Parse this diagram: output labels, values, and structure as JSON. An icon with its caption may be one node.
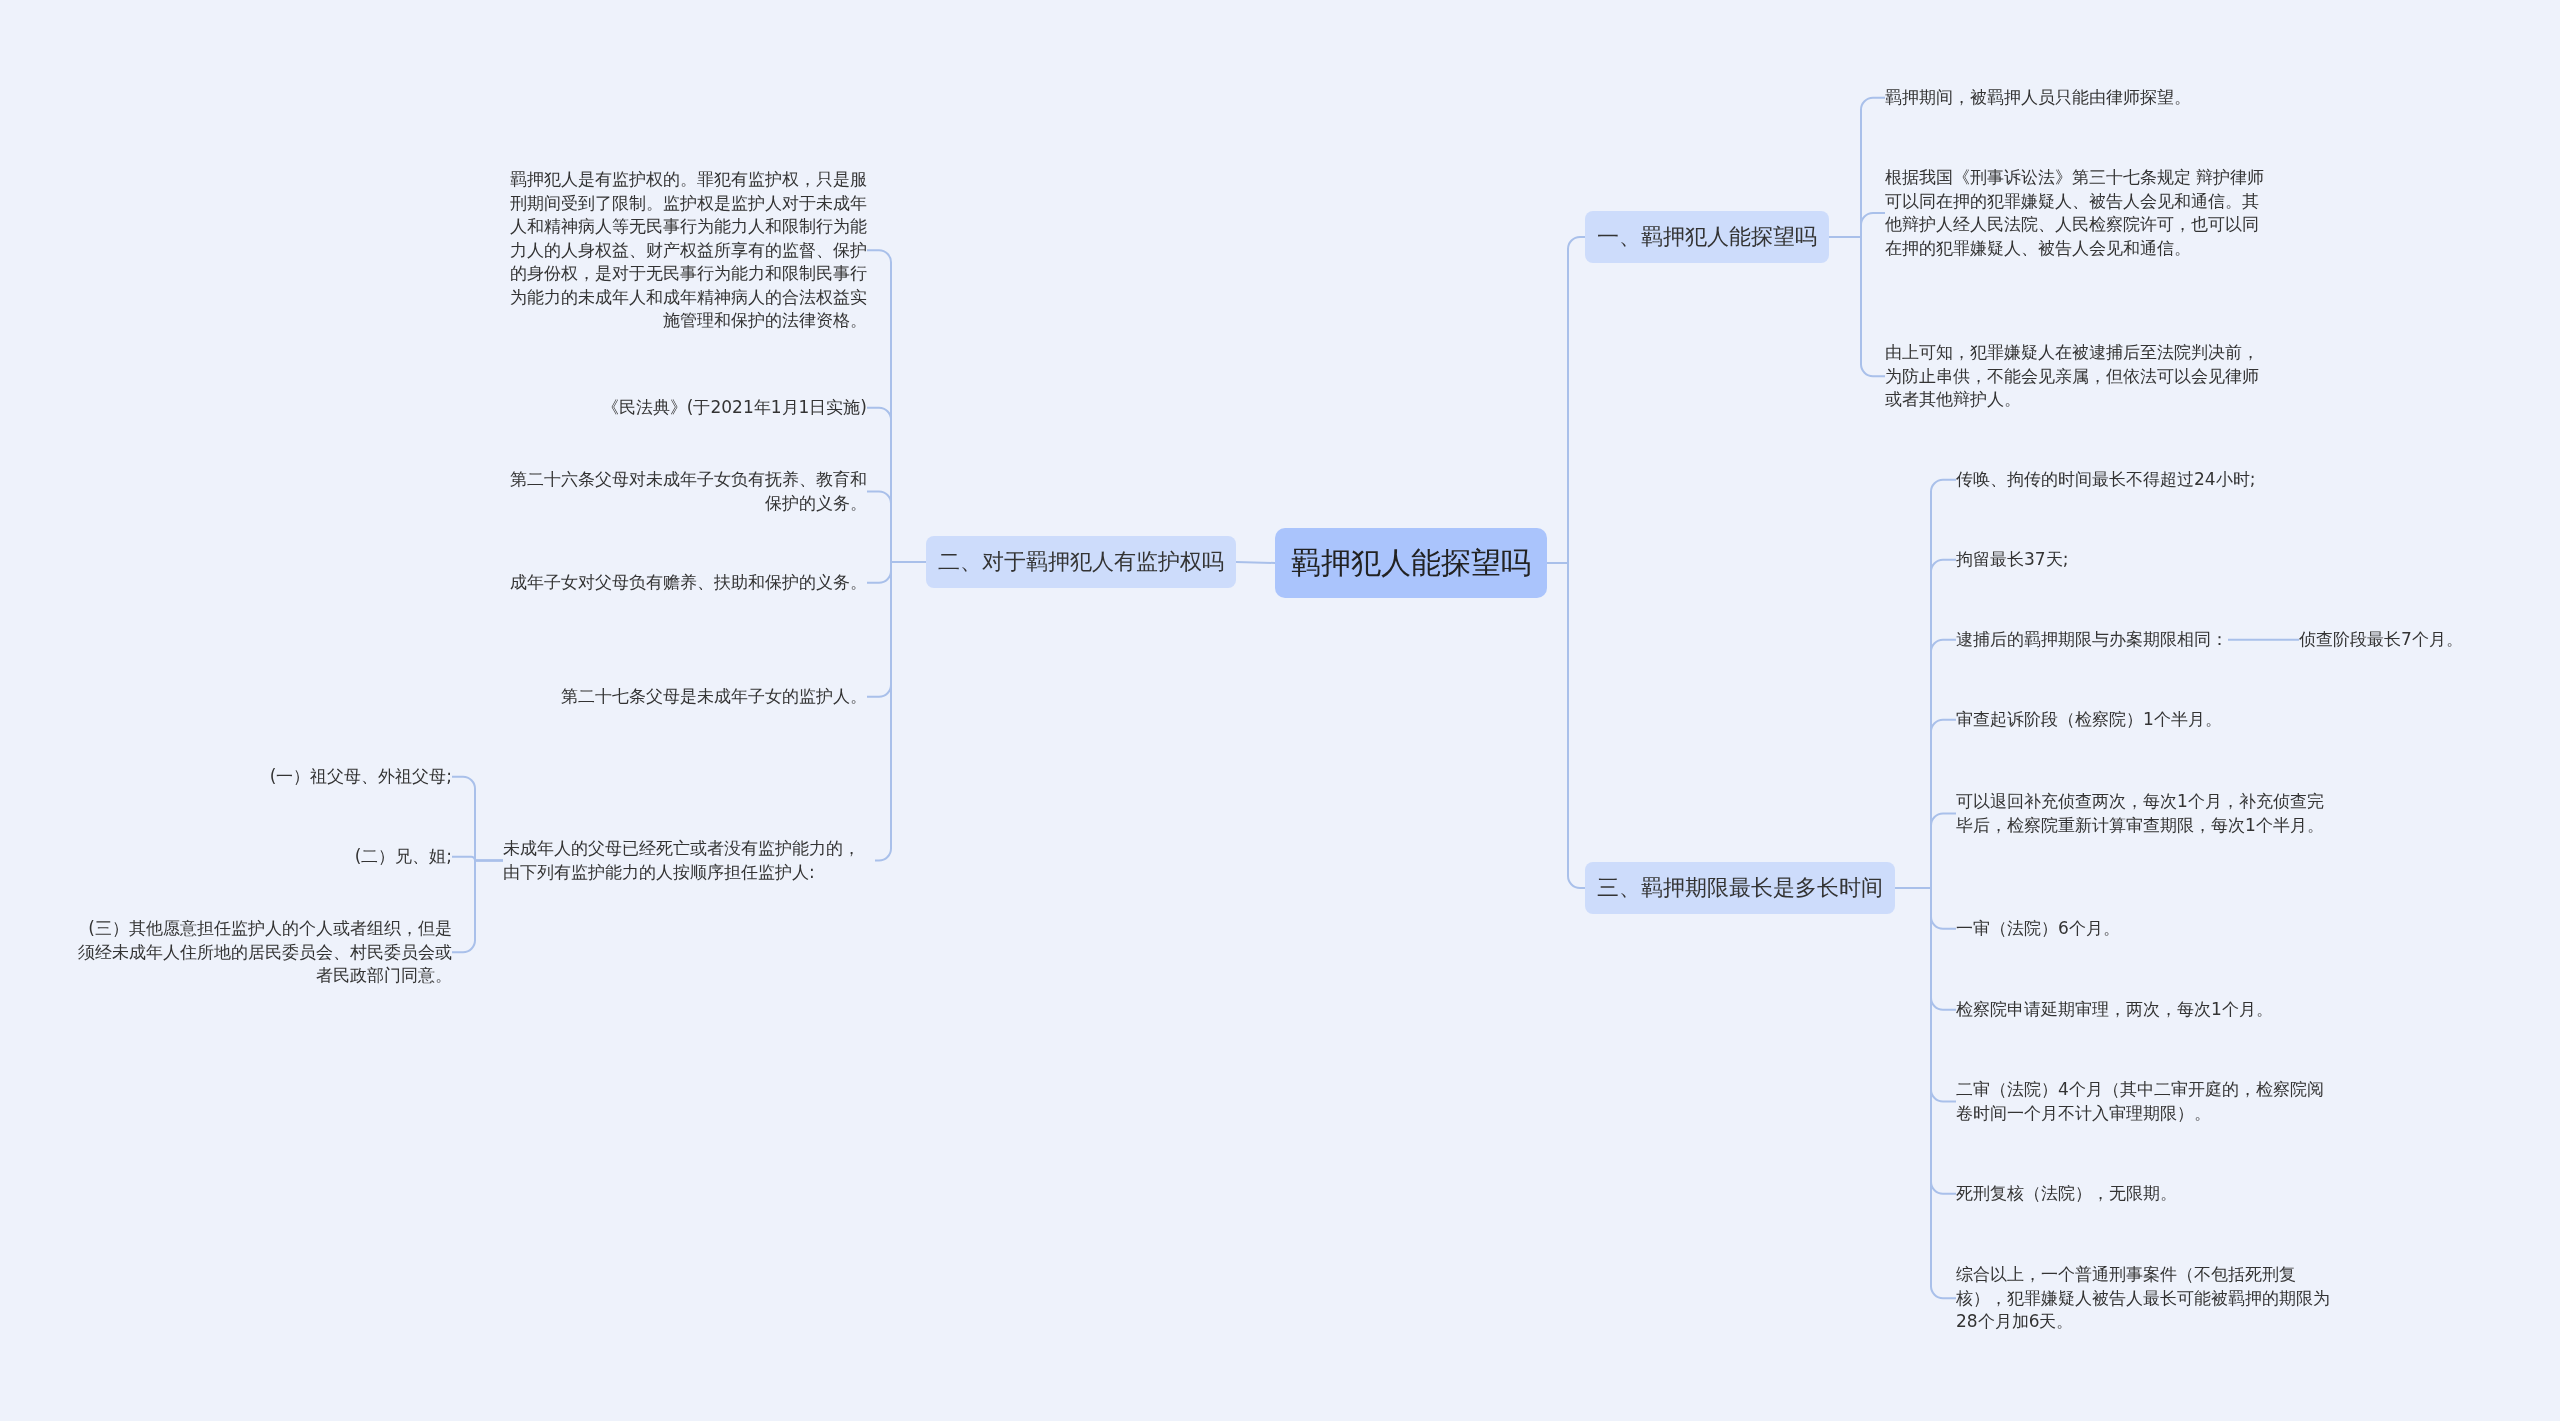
{
  "diagram": {
    "nodes": [
      {
        "text": [
          "羁押犯人能探望吗"
        ]
      },
      {
        "text": [
          "一、羁押犯人能探望吗"
        ]
      },
      {
        "text": [
          "羁押期间，被羁押人员只能由律师探望。"
        ]
      },
      {
        "text": [
          "根据我国《刑事诉讼法》第三十七条规定 辩护律师可以同在押的犯罪嫌疑人、被告人会见和通信。其他辩护人经人民法院、人民检察院许可，也可以同在押的犯罪嫌疑人、被告人会见和通信。"
        ]
      },
      {
        "text": [
          "由上可知，犯罪嫌疑人在被逮捕后至法院判决前，为防止串供，不能会见亲属，但依法可以会见律师或者其他辩护人。"
        ]
      },
      {
        "text": [
          "二、对于羁押犯人有监护权吗"
        ]
      },
      {
        "text": [
          "羁押犯人是有监护权的。罪犯有监护权，只是服刑期间受到了限制。监护权是监护人对于未成年人和精神病人等无民事行为能力人和限制行为能力人的人身权益、财产权益所享有的监督、保护的身份权，是对于无民事行为能力和限制民事行为能力的未成年人和成年精神病人的合法权益实施管理和保护的法律资格。"
        ]
      },
      {
        "text": [
          "《民法典》(于2021年1月1日实施)"
        ]
      },
      {
        "text": [
          "第二十六条父母对未成年子女负有抚养、教育和保护的义务。"
        ]
      },
      {
        "text": [
          "成年子女对父母负有赡养、扶助和保护的义务。"
        ]
      },
      {
        "text": [
          "第二十七条父母是未成年子女的监护人。"
        ]
      },
      {
        "text": [
          "未成年人的父母已经死亡或者没有监护能力的，由下列有监护能力的人按顺序担任监护人:"
        ]
      },
      {
        "text": [
          "(一）祖父母、外祖父母;"
        ]
      },
      {
        "text": [
          "(二）兄、姐;"
        ]
      },
      {
        "text": [
          "(三）其他愿意担任监护人的个人或者组织，但是须经未成年人住所地的居民委员会、村民委员会或者民政部门同意。"
        ]
      },
      {
        "text": [
          "三、羁押期限最长是多长时间"
        ]
      },
      {
        "text": [
          "传唤、拘传的时间最长不得超过24小时;"
        ]
      },
      {
        "text": [
          "拘留最长37天;"
        ]
      },
      {
        "text": [
          "逮捕后的羁押期限与办案期限相同："
        ]
      },
      {
        "text": [
          "侦查阶段最长7个月。"
        ]
      },
      {
        "text": [
          "审查起诉阶段（检察院）1个半月。"
        ]
      },
      {
        "text": [
          "可以退回补充侦查两次，每次1个月，补充侦查完毕后，检察院重新计算审查期限，每次1个半月。"
        ]
      },
      {
        "text": [
          "一审（法院）6个月。"
        ]
      },
      {
        "text": [
          "检察院申请延期审理，两次，每次1个月。"
        ]
      },
      {
        "text": [
          "二审（法院）4个月（其中二审开庭的，检察院阅卷时间一个月不计入审理期限）。"
        ]
      },
      {
        "text": [
          "死刑复核（法院），无限期。"
        ]
      },
      {
        "text": [
          "综合以上，一个普通刑事案件（不包括死刑复核），犯罪嫌疑人被告人最长可能被羁押的期限为28个月加6天。"
        ]
      }
    ],
    "edges": [
      {
        "from": 0,
        "to": 1,
        "arrow": "none"
      },
      {
        "from": 1,
        "to": 2,
        "arrow": "none"
      },
      {
        "from": 1,
        "to": 3,
        "arrow": "none"
      },
      {
        "from": 1,
        "to": 4,
        "arrow": "none"
      },
      {
        "from": 0,
        "to": 5,
        "arrow": "none"
      },
      {
        "from": 5,
        "to": 6,
        "arrow": "none"
      },
      {
        "from": 5,
        "to": 7,
        "arrow": "none"
      },
      {
        "from": 5,
        "to": 8,
        "arrow": "none"
      },
      {
        "from": 5,
        "to": 9,
        "arrow": "none"
      },
      {
        "from": 5,
        "to": 10,
        "arrow": "none"
      },
      {
        "from": 5,
        "to": 11,
        "arrow": "none"
      },
      {
        "from": 11,
        "to": 12,
        "arrow": "none"
      },
      {
        "from": 11,
        "to": 13,
        "arrow": "none"
      },
      {
        "from": 11,
        "to": 14,
        "arrow": "none"
      },
      {
        "from": 0,
        "to": 15,
        "arrow": "none"
      },
      {
        "from": 15,
        "to": 16,
        "arrow": "none"
      },
      {
        "from": 15,
        "to": 17,
        "arrow": "none"
      },
      {
        "from": 15,
        "to": 18,
        "arrow": "none"
      },
      {
        "from": 18,
        "to": 19,
        "arrow": "none"
      },
      {
        "from": 15,
        "to": 20,
        "arrow": "none"
      },
      {
        "from": 15,
        "to": 21,
        "arrow": "none"
      },
      {
        "from": 15,
        "to": 22,
        "arrow": "none"
      },
      {
        "from": 15,
        "to": 23,
        "arrow": "none"
      },
      {
        "from": 15,
        "to": 24,
        "arrow": "none"
      },
      {
        "from": 15,
        "to": 25,
        "arrow": "none"
      },
      {
        "from": 15,
        "to": 26,
        "arrow": "none"
      }
    ]
  }
}
